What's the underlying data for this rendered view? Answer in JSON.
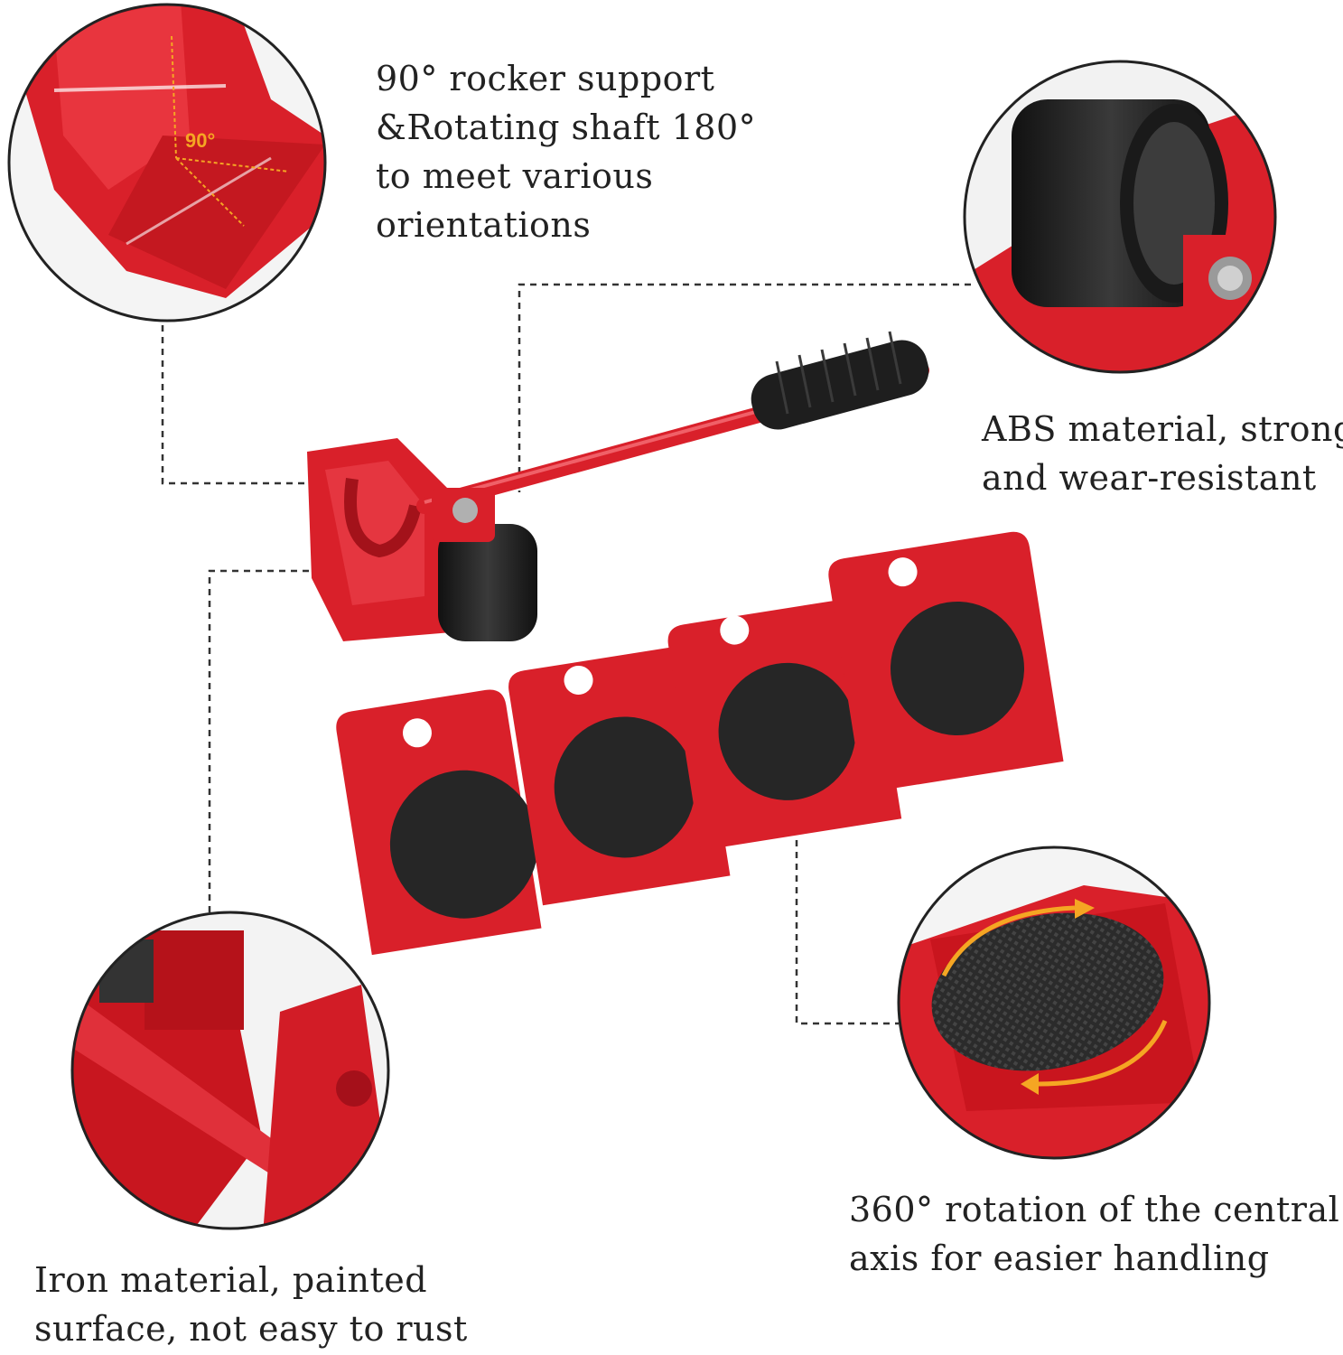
{
  "callouts": {
    "rocker_support": {
      "lines": [
        "90° rocker support",
        "&Rotating shaft 180°",
        "to meet various",
        "orientations"
      ],
      "angle_label": "90°"
    },
    "abs_material": {
      "lines": [
        "ABS material, strong",
        "and wear-resistant"
      ]
    },
    "iron_material": {
      "lines": [
        "Iron material, painted",
        "surface, not easy to rust"
      ]
    },
    "rotation": {
      "lines": [
        "360° rotation of the central",
        "axis for easier handling"
      ]
    }
  },
  "colors": {
    "product_red": "#d9202a",
    "dark_red": "#a3121a",
    "pad_black": "#262626",
    "text": "#222222"
  }
}
